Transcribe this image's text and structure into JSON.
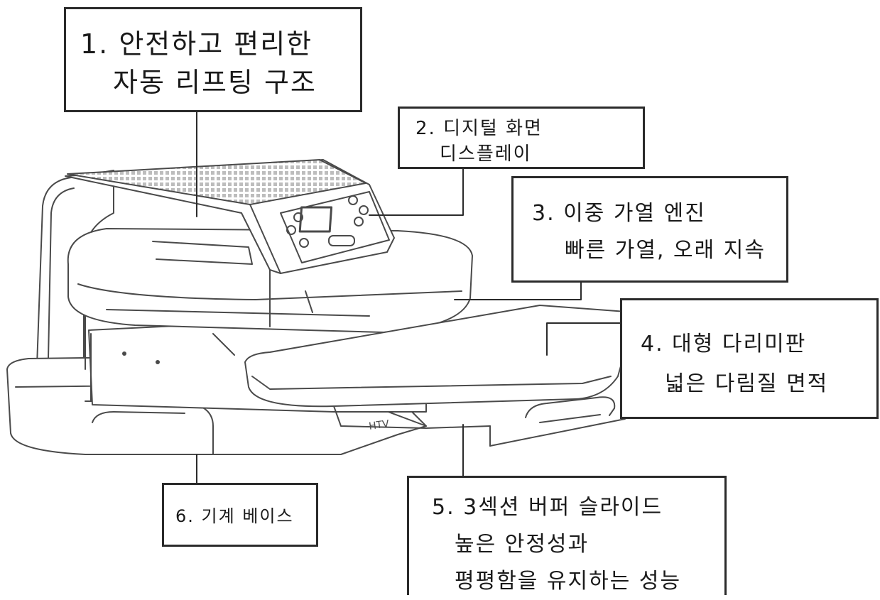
{
  "callouts": {
    "c1": {
      "line1": "1. 안전하고 편리한",
      "line2": "자동 리프팅 구조"
    },
    "c2": {
      "line1": "2. 디지털 화면",
      "line2": "디스플레이"
    },
    "c3": {
      "line1": "3. 이중 가열 엔진",
      "line2": "빠른 가열, 오래 지속"
    },
    "c4": {
      "line1": "4. 대형 다리미판",
      "line2": "넓은 다림질 면적"
    },
    "c5": {
      "line1": "5. 3섹션 버퍼 슬라이드",
      "line2": "높은 안정성과",
      "line3": "평평함을 유지하는 성능"
    },
    "c6": {
      "line1": "6. 기계 베이스"
    }
  },
  "machine_brand_mark": "HTV",
  "colors": {
    "line": "#2b2b2b",
    "outline": "#4a4a4a",
    "background": "#ffffff"
  }
}
